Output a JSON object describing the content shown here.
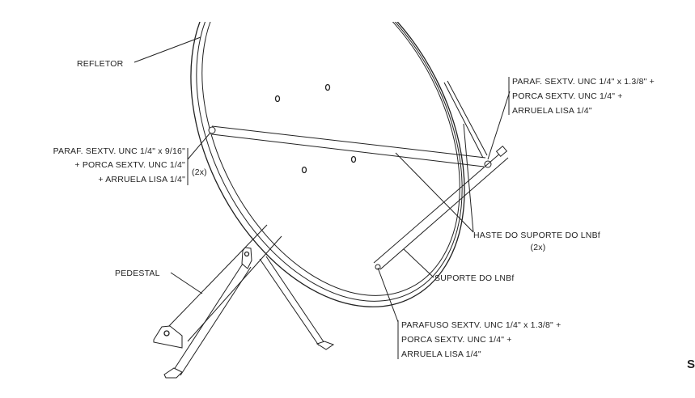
{
  "labels": {
    "refletor": "REFLETOR",
    "left_hardware": [
      "PARAF. SEXTV. UNC 1/4\" x 9/16\"",
      "+ PORCA SEXTV. UNC 1/4\"",
      "+ ARRUELA LISA 1/4\""
    ],
    "left_hardware_qty": "(2x)",
    "top_right_hardware": [
      "PARAF. SEXTV. UNC 1/4\" x 1.3/8\" +",
      "PORCA SEXTV. UNC 1/4\"  +",
      "ARRUELA LISA 1/4\""
    ],
    "haste": "HASTE DO SUPORTE DO LNBf",
    "haste_qty": "(2x)",
    "suporte": "SUPORTE DO LNBf",
    "pedestal": "PEDESTAL",
    "bottom_hardware": [
      "PARAFUSO SEXTV. UNC 1/4\" x 1.3/8\"  +",
      "PORCA SEXTV. UNC 1/4\"  +",
      "ARRUELA LISA 1/4\""
    ],
    "corner_letter": "S"
  }
}
